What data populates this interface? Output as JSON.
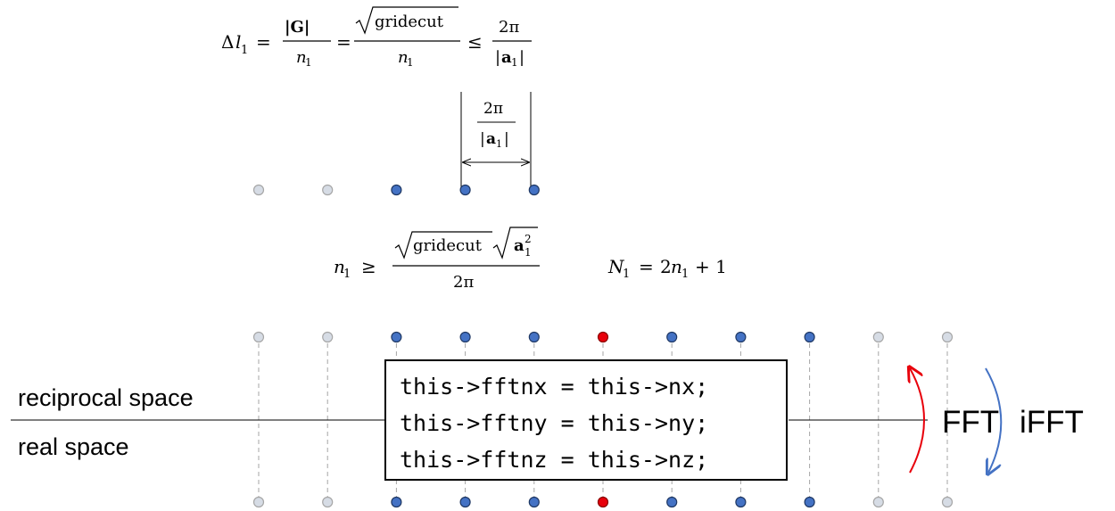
{
  "labels": {
    "reciprocal": "reciprocal space",
    "real": "real space",
    "fft": "FFT",
    "ifft": "iFFT"
  },
  "code": [
    "this->fftnx = this->nx;",
    "this->fftny = this->ny;",
    "this->fftnz = this->nz;"
  ],
  "math": {
    "delta_l": "Δ",
    "l": "l",
    "sub1": "1",
    "eq": "=",
    "leq": "≤",
    "geq": "≥",
    "G_abs": "|G|",
    "n": "n",
    "gridecut": "gridecut",
    "two_pi": "2π",
    "a": "a",
    "a_sq": "2",
    "N": "N",
    "N_rhs": "2n",
    "plus_one": "+ 1",
    "bar": "|"
  },
  "colors": {
    "active": "#4472c4",
    "active_stroke": "#1f3864",
    "inactive": "#d6dce5",
    "inactive_stroke": "#a6a6a6",
    "center": "#e8000b",
    "center_stroke": "#8b0000",
    "fft_arrow": "#e8000b",
    "ifft_arrow": "#4472c4",
    "dash": "#a6a6a6"
  },
  "lattice": {
    "top_row_states": [
      "inactive",
      "inactive",
      "active",
      "active",
      "active"
    ],
    "grid_states": [
      "inactive",
      "inactive",
      "active",
      "active",
      "active",
      "center",
      "active",
      "active",
      "active",
      "inactive",
      "inactive"
    ]
  }
}
